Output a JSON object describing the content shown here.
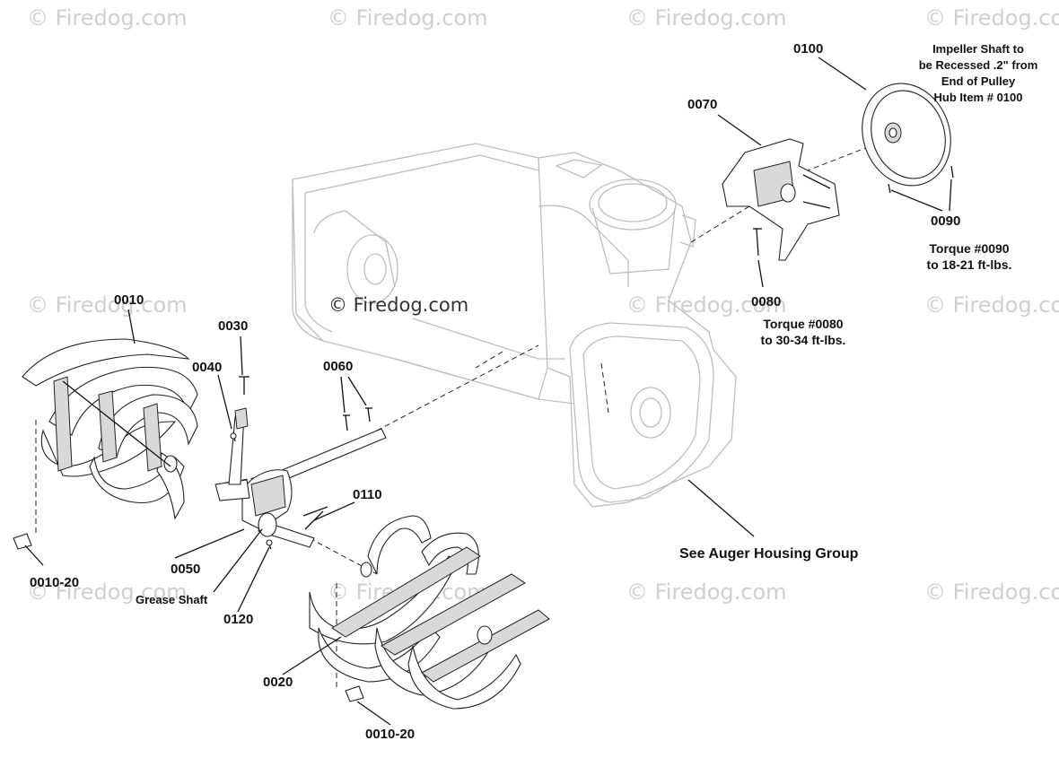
{
  "watermarks": {
    "text": "© Firedog.com",
    "main": "© Firedog.com"
  },
  "labels": {
    "p0010": "0010",
    "p0020": "0020",
    "p0030": "0030",
    "p0040": "0040",
    "p0050": "0050",
    "p0060": "0060",
    "p0070": "0070",
    "p0080": "0080",
    "p0090": "0090",
    "p0100": "0100",
    "p0110": "0110",
    "p0120": "0120",
    "p0010_20_left": "0010-20",
    "p0010_20_bottom": "0010-20",
    "grease_shaft": "Grease Shaft",
    "see_auger_housing": "See Auger Housing Group"
  },
  "notes": {
    "impeller_line1": "Impeller Shaft to",
    "impeller_line2": "be Recessed .2\" from",
    "impeller_line3": "End of Pulley",
    "impeller_line4": "Hub Item # 0100",
    "torque90_line1": "Torque #0090",
    "torque90_line2": "to 18-21 ft-lbs.",
    "torque80_line1": "Torque #0080",
    "torque80_line2": "to 30-34 ft-lbs."
  }
}
